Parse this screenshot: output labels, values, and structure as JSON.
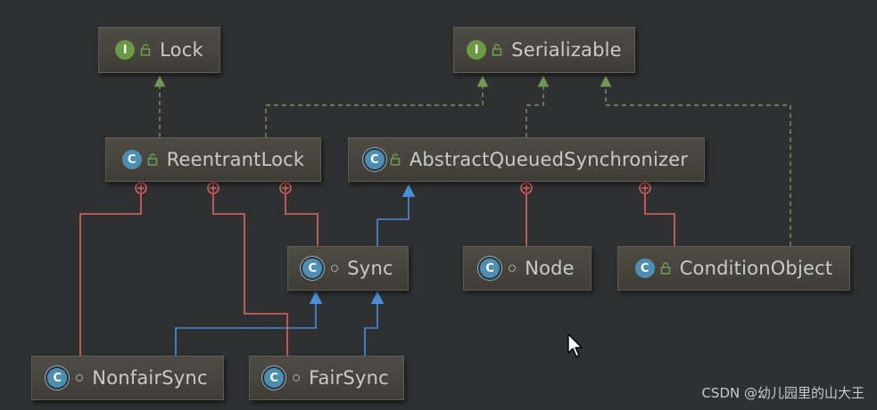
{
  "colors": {
    "background": "#2f3032",
    "node_fill": "#45433c",
    "implements_edge": "#6f9a55",
    "extends_edge": "#4a8ed8",
    "inner_class_edge": "#e06262"
  },
  "nodes": {
    "lock": {
      "name": "Lock",
      "kind_icon": "interface-icon",
      "kind_letter": "I",
      "modifier_icon": "public-lock-icon"
    },
    "serializable": {
      "name": "Serializable",
      "kind_icon": "interface-icon",
      "kind_letter": "I",
      "modifier_icon": "public-lock-icon"
    },
    "reentrant_lock": {
      "name": "ReentrantLock",
      "kind_icon": "class-icon",
      "kind_letter": "C",
      "modifier_icon": "public-lock-icon"
    },
    "aqs": {
      "name": "AbstractQueuedSynchronizer",
      "kind_icon": "abstract-class-icon",
      "kind_letter": "C",
      "modifier_icon": "public-lock-icon"
    },
    "sync": {
      "name": "Sync",
      "kind_icon": "abstract-class-icon",
      "kind_letter": "C",
      "modifier_icon": "package-private-dot-icon"
    },
    "node": {
      "name": "Node",
      "kind_icon": "abstract-class-icon",
      "kind_letter": "C",
      "modifier_icon": "package-private-dot-icon"
    },
    "condition_object": {
      "name": "ConditionObject",
      "kind_icon": "class-icon",
      "kind_letter": "C",
      "modifier_icon": "public-lock-icon"
    },
    "nonfair_sync": {
      "name": "NonfairSync",
      "kind_icon": "abstract-class-icon",
      "kind_letter": "C",
      "modifier_icon": "package-private-dot-icon"
    },
    "fair_sync": {
      "name": "FairSync",
      "kind_icon": "abstract-class-icon",
      "kind_letter": "C",
      "modifier_icon": "package-private-dot-icon"
    }
  },
  "edges": [
    {
      "from": "reentrant_lock",
      "to": "lock",
      "type": "implements"
    },
    {
      "from": "reentrant_lock",
      "to": "serializable",
      "type": "implements"
    },
    {
      "from": "aqs",
      "to": "serializable",
      "type": "implements"
    },
    {
      "from": "condition_object",
      "to": "serializable",
      "type": "implements"
    },
    {
      "from": "sync",
      "to": "aqs",
      "type": "extends"
    },
    {
      "from": "nonfair_sync",
      "to": "sync",
      "type": "extends"
    },
    {
      "from": "fair_sync",
      "to": "sync",
      "type": "extends"
    },
    {
      "from": "nonfair_sync",
      "to": "reentrant_lock",
      "type": "inner-class"
    },
    {
      "from": "fair_sync",
      "to": "reentrant_lock",
      "type": "inner-class"
    },
    {
      "from": "sync",
      "to": "reentrant_lock",
      "type": "inner-class"
    },
    {
      "from": "node",
      "to": "aqs",
      "type": "inner-class"
    },
    {
      "from": "condition_object",
      "to": "aqs",
      "type": "inner-class"
    }
  ],
  "watermark": "CSDN @幼儿园里的山大王",
  "cursor_icon": "mouse-pointer-icon"
}
